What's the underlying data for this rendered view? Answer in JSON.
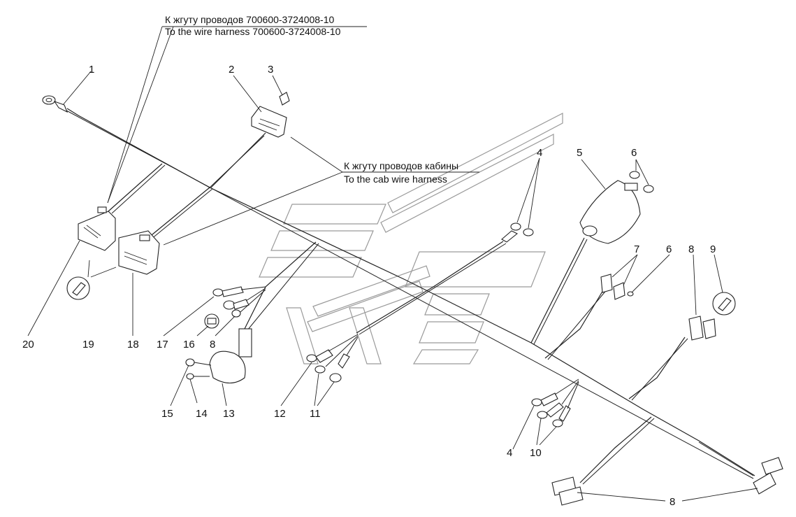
{
  "callouts": {
    "harness_ru": "К жгуту проводов 700600-3724008-10",
    "harness_en": "To the wire harness 700600-3724008-10",
    "cab_ru": "К жгуту проводов кабины",
    "cab_en": "To the cab wire harness"
  },
  "part_numbers": {
    "n1": "1",
    "n2": "2",
    "n3": "3",
    "n4a": "4",
    "n4b": "4",
    "n5": "5",
    "n6a": "6",
    "n6b": "6",
    "n7": "7",
    "n8a": "8",
    "n8b": "8",
    "n8c": "8",
    "n9": "9",
    "n10": "10",
    "n11": "11",
    "n12": "12",
    "n13": "13",
    "n14": "14",
    "n15": "15",
    "n16": "16",
    "n17": "17",
    "n18": "18",
    "n19": "19",
    "n20": "20"
  }
}
